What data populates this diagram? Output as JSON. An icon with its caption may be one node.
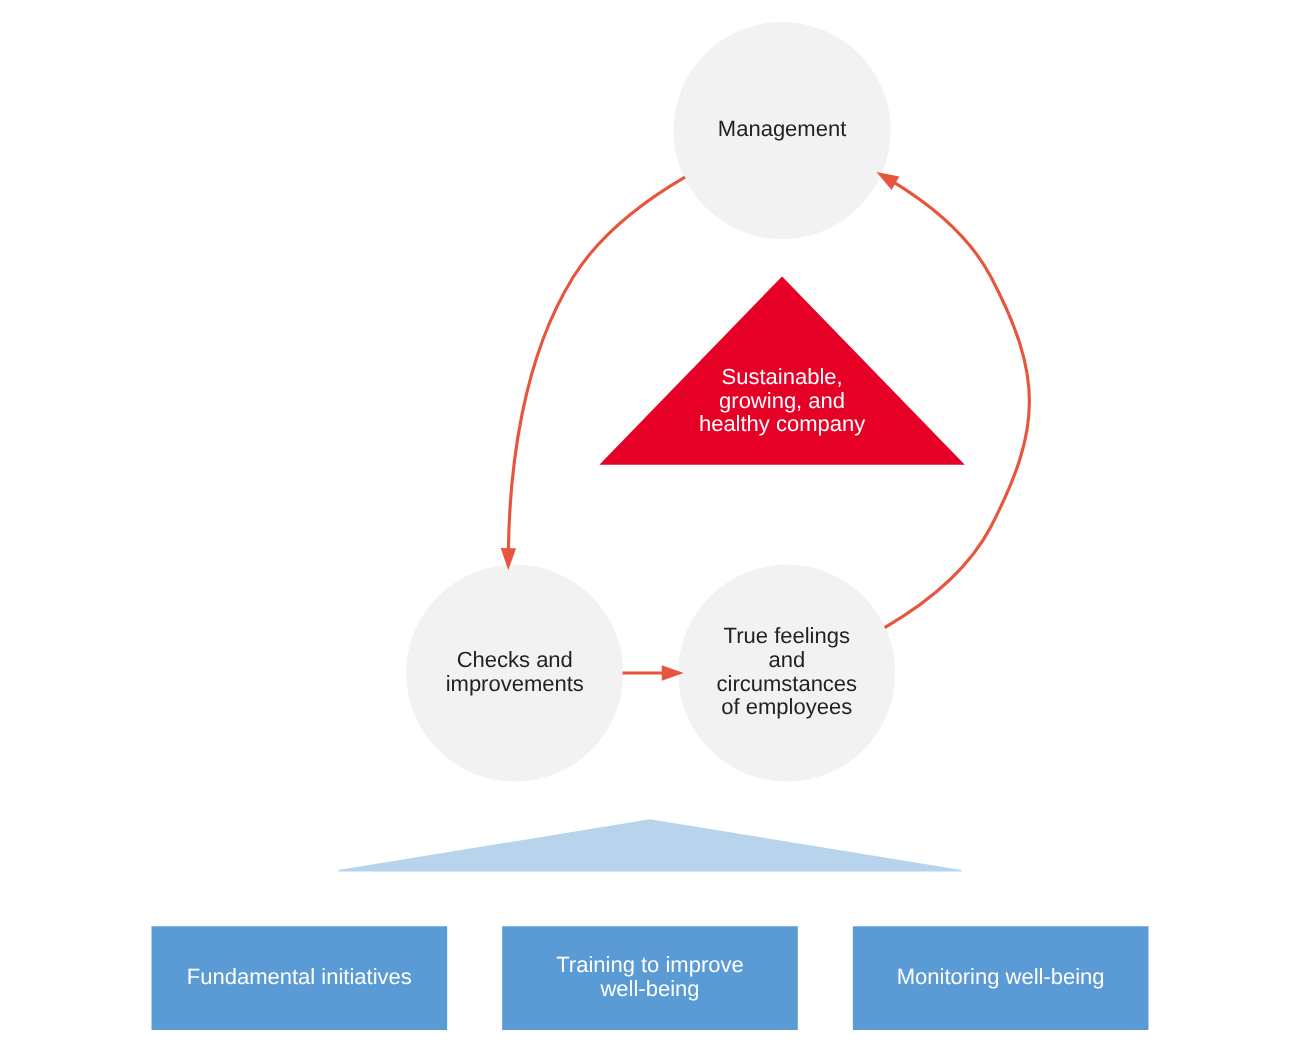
{
  "diagram": {
    "nodes": [
      {
        "text": [
          "Sustainable, growing, and healthy company"
        ]
      },
      {
        "text": [
          "Management"
        ]
      },
      {
        "text": [
          "Checks and improvements"
        ]
      },
      {
        "text": [
          "True feelings and circumstances of employees"
        ]
      },
      {
        "text": [],
        "shape": "triangle"
      },
      {
        "text": [
          "Fundamental initiatives"
        ]
      },
      {
        "text": [
          "Training to improve well-being"
        ]
      },
      {
        "text": [
          "Monitoring well-being"
        ]
      }
    ],
    "edges": [
      {
        "from": 1,
        "to": 2,
        "arrow": "to"
      },
      {
        "from": 2,
        "to": 3,
        "arrow": "to"
      },
      {
        "from": 3,
        "to": 1,
        "arrow": "to"
      }
    ]
  }
}
